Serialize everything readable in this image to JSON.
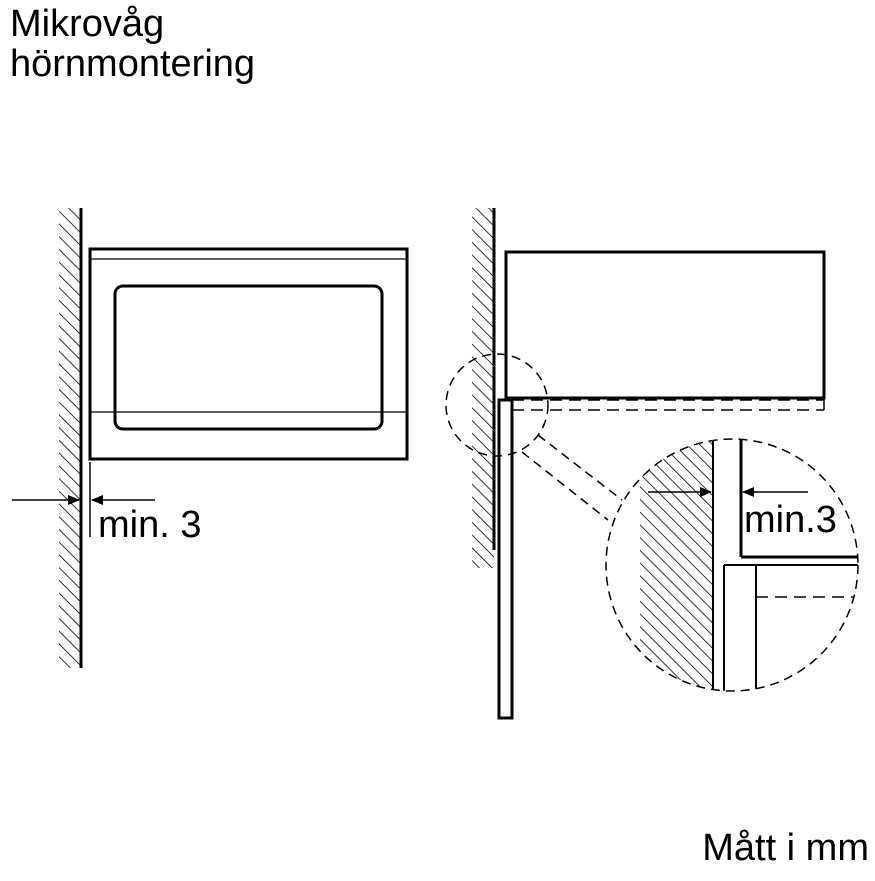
{
  "title": {
    "line1": "Mikrovåg",
    "line2": "hörnmontering"
  },
  "dimensions": {
    "left_gap": "min. 3",
    "detail_gap": "min.3"
  },
  "units_note": "Mått i mm",
  "colors": {
    "line": "#000000",
    "background": "#ffffff"
  }
}
